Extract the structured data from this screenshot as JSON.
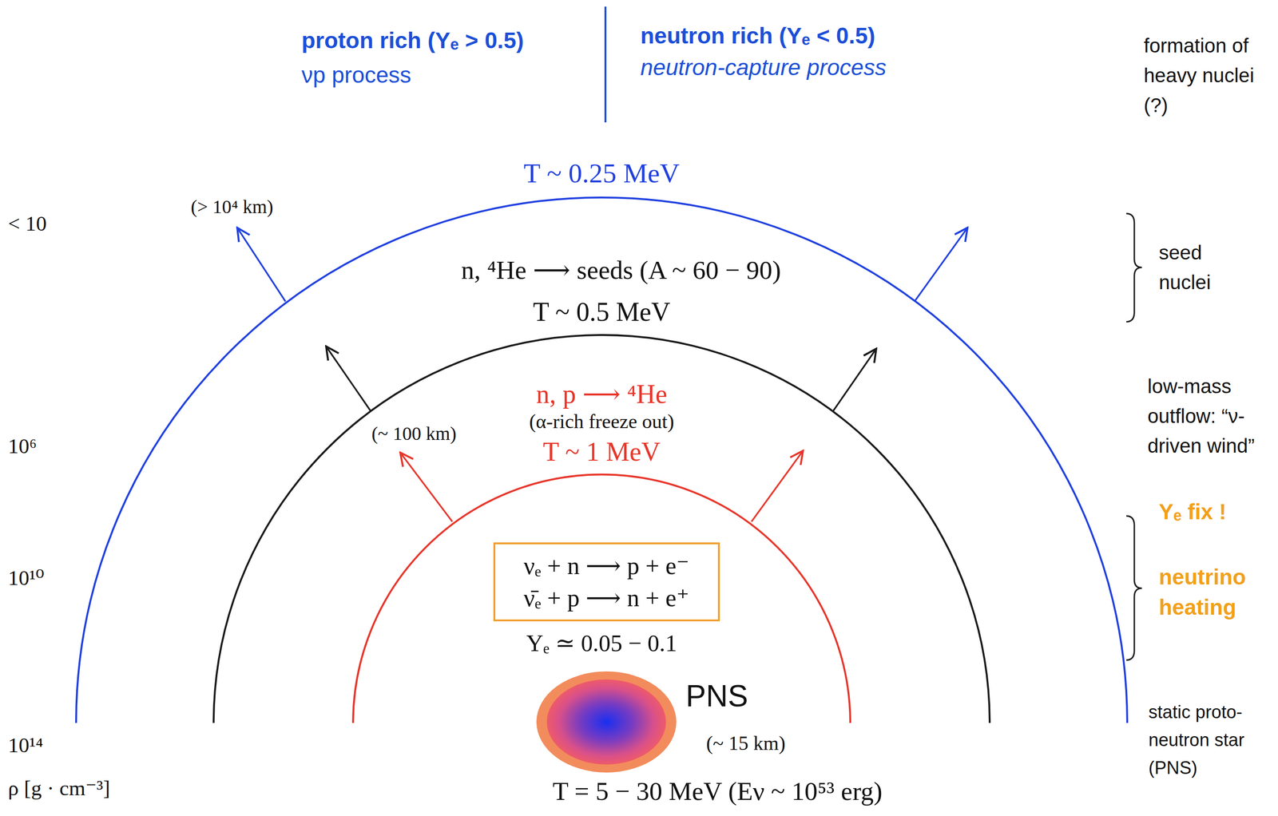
{
  "diagram": {
    "nodes": [
      {
        "text": [
          "νₑ + n ⟶ p + e⁻",
          "ν̄ₑ + p ⟶ n + e⁺"
        ]
      },
      {
        "text": [
          "PNS"
        ]
      }
    ],
    "labels": [
      "proton rich (Yₑ > 0.5)",
      "νp process",
      "neutron rich (Yₑ < 0.5)",
      "neutron-capture process",
      "formation of heavy nuclei (?)",
      "T ~ 0.25 MeV",
      "< 10",
      "(> 10⁴ km)",
      "seed nuclei",
      "n, ⁴He ⟶ seeds (A ~ 60 − 90)",
      "T ~ 0.5 MeV",
      "low-mass outflow: “ν-driven wind”",
      "n, p ⟶ ⁴He",
      "(α-rich freeze out)",
      "(~ 100 km)",
      "10⁶",
      "T ~ 1 MeV",
      "Yₑ fix !",
      "10¹⁰",
      "neutrino heating",
      "Yₑ ≃ 0.05 − 0.1",
      "static proto-neutron star (PNS)",
      "(~ 15 km)",
      "10¹⁴",
      "ρ [g · cm⁻³]",
      "T = 5 − 30 MeV (Eν ~ 10⁵³ erg)"
    ]
  }
}
